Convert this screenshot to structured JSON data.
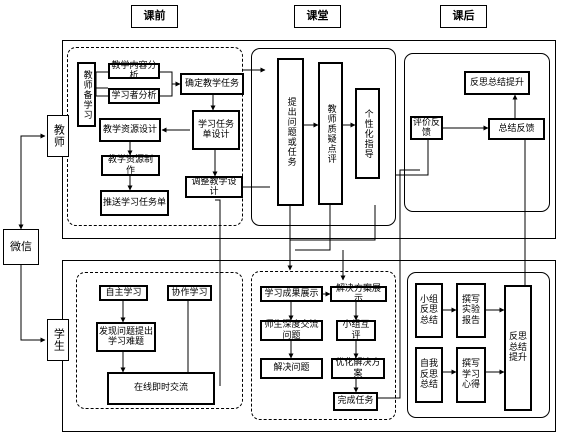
{
  "headers": {
    "pre": "课前",
    "in": "课堂",
    "post": "课后"
  },
  "roles": {
    "teacher": "教师",
    "student": "学生",
    "wechat": "微信"
  },
  "teacher": {
    "pre": {
      "course_prep": "教师备学习",
      "teaching_content_analysis": "教学内容分析",
      "learner_analysis": "学习者分析",
      "set_goals": "确定教学任务",
      "task_design": "学习任务单设计",
      "resource_design": "教学资源设计",
      "resource_production": "教学资源制作",
      "push_tasks": "推送学习任务单",
      "adjust_design": "调整教学设计"
    },
    "in": {
      "pose_questions": "提出问题或任务",
      "teacher_review": "教师质疑点评",
      "personal_guidance": "个性化指导"
    },
    "post": {
      "reflect_summary": "反思总结提升",
      "evaluate": "评价反馈",
      "feedback": "总结反馈"
    }
  },
  "student": {
    "pre": {
      "self_study": "自主学习",
      "cooperative": "协作学习",
      "identify_questions": "发现问题提出学习难题",
      "online_exchange": "在线即时交流"
    },
    "in": {
      "show_results": "学习成果展示",
      "explore_questions": "师生深度交流问题",
      "resolve_questions": "解决问题",
      "show_solution": "解决方案展示",
      "group_evaluation": "小组互评",
      "refine_solution": "优化解决方案",
      "complete_task": "完成任务"
    },
    "post": {
      "group_reflection": "小组反思总结",
      "write_report": "撰写实验报告",
      "self_reflection": "自我反思总结",
      "write_notes": "撰写学习心得",
      "reflect_summary": "反思总结提升"
    }
  }
}
